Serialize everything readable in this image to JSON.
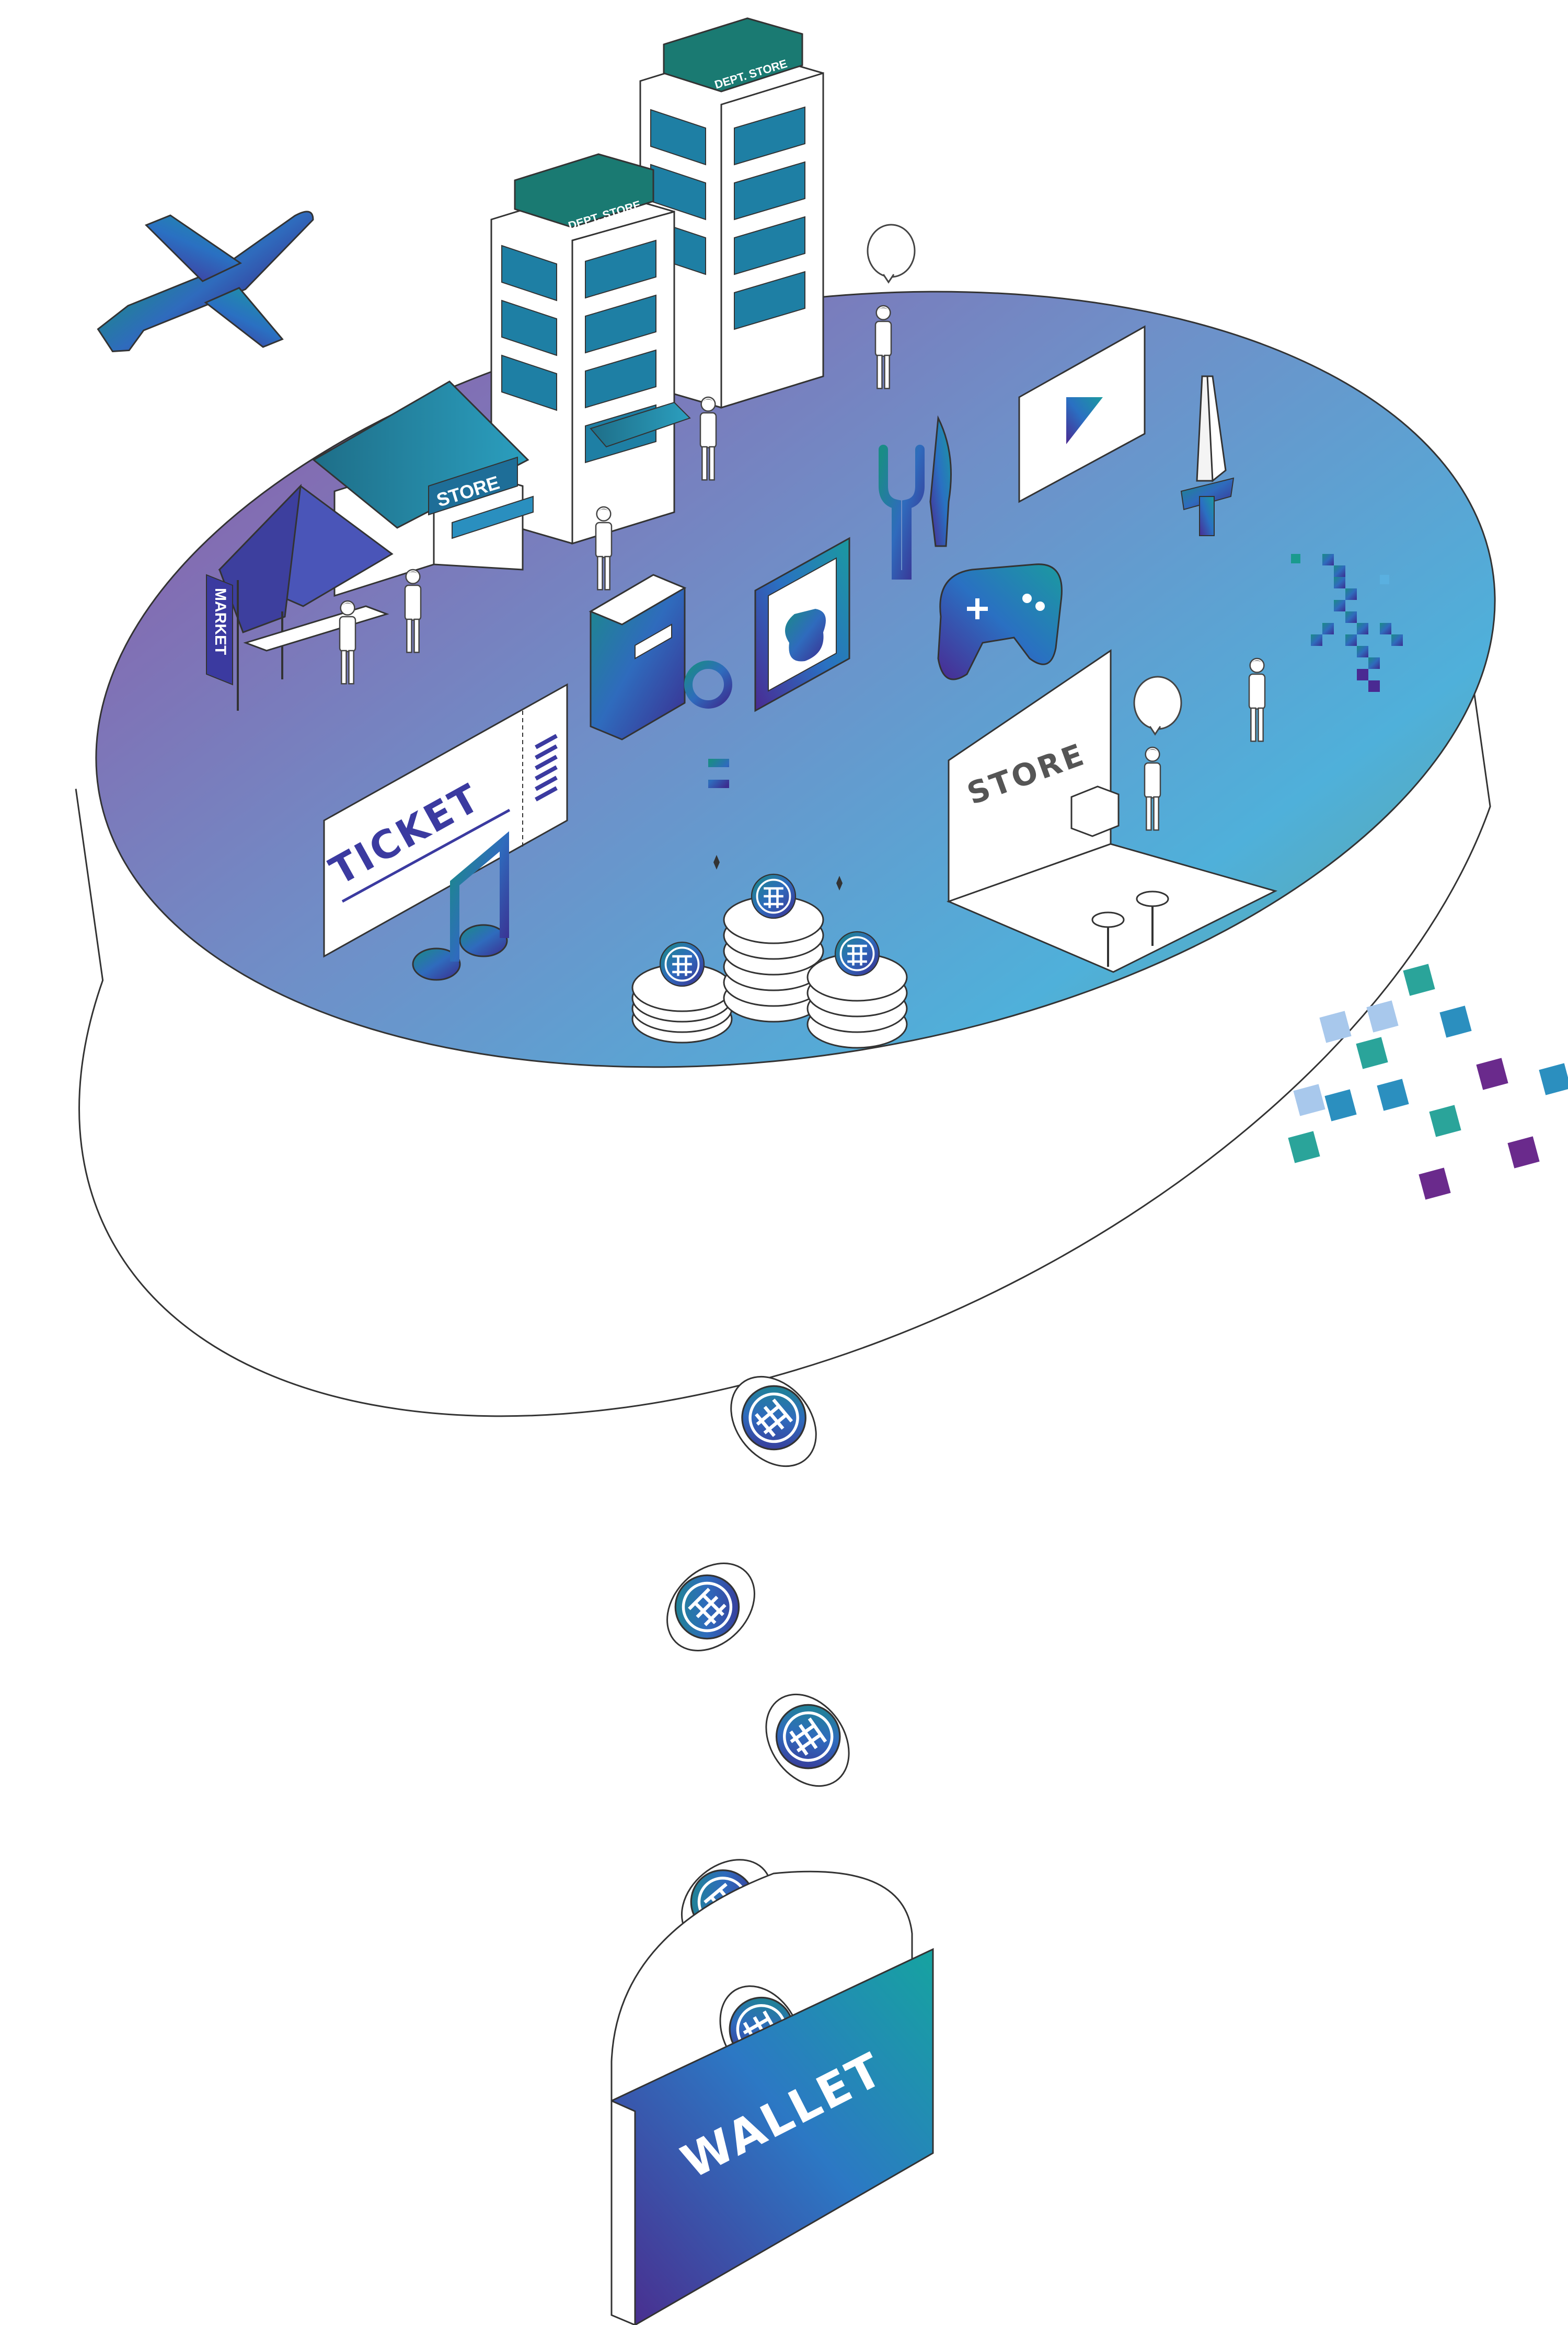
{
  "labels": {
    "dept_store_1": "DEPT. STORE",
    "dept_store_2": "DEPT. STORE",
    "store_small": "STORE",
    "market": "MARKET",
    "ticket": "TICKET",
    "store_booth": "STORE",
    "wallet": "WALLET"
  },
  "colors": {
    "platform_purple": "#8a5fa8",
    "platform_blue": "#5aa8d6",
    "platform_teal": "#5fa6a0",
    "accent_teal": "#1a7a72",
    "accent_indigo": "#3b2d8f",
    "outline": "#3a3a3a"
  },
  "icons": [
    "airplane-icon",
    "fork-icon",
    "knife-icon",
    "play-icon",
    "sword-icon",
    "gamepad-icon",
    "key-icon",
    "book-icon",
    "vase-frame-icon",
    "music-note-icon",
    "coin-icon",
    "speech-bubble-icon",
    "pixel-sword-icon",
    "wallet-icon"
  ]
}
